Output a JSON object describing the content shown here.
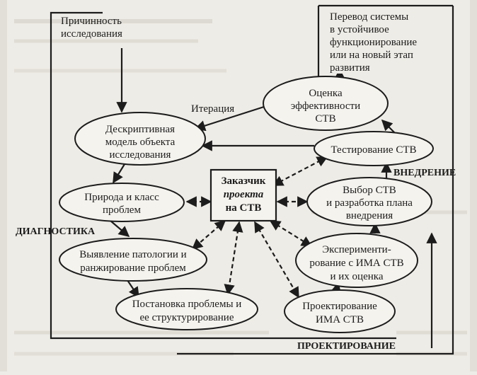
{
  "diagram": {
    "top_label": [
      "Причинность",
      "исследования"
    ],
    "top_right_box": [
      "Перевод системы",
      "в устойчивое",
      "функционирование",
      "или на новый этап",
      "развития"
    ],
    "iteration_label": "Итерация",
    "center_box": [
      "Заказчик",
      "проекта",
      "на СТВ"
    ],
    "nodes": {
      "descriptive_model": [
        "Дескриптивная",
        "модель объекта",
        "исследования"
      ],
      "nature_class": [
        "Природа и класс",
        "проблем"
      ],
      "pathology": [
        "Выявление патологии и",
        "ранжирование проблем"
      ],
      "statement": [
        "Постановка проблемы и",
        "ее структурирование"
      ],
      "evaluation": [
        "Оценка",
        "эффективности",
        "СТВ"
      ],
      "testing": [
        "Тестирование СТВ"
      ],
      "selection": [
        "Выбор СТВ",
        "и разработка плана",
        "внедрения"
      ],
      "experiment": [
        "Эксперименти-",
        "рование с ИМА СТВ",
        "и их оценка"
      ],
      "design": [
        "Проектирование",
        "ИМА СТВ"
      ]
    },
    "phases": {
      "diagnostics": "ДИАГНОСТИКА",
      "implementation": "ВНЕДРЕНИЕ",
      "design": "ПРОЕКТИРОВАНИЕ"
    }
  }
}
